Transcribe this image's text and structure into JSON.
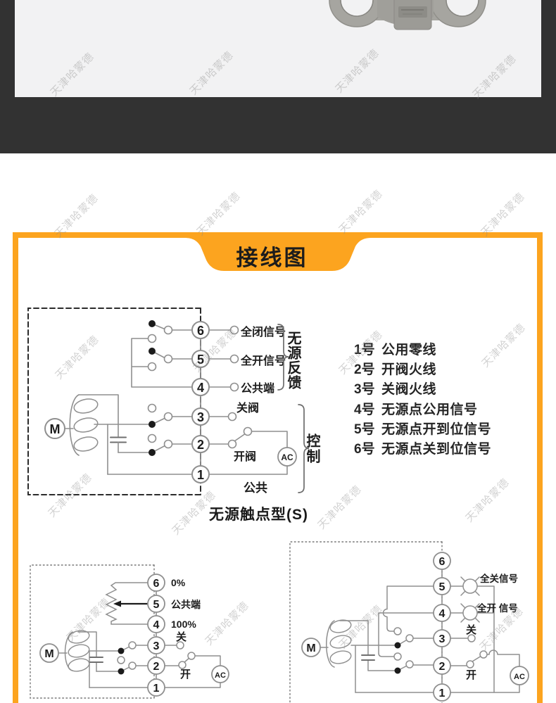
{
  "watermark": {
    "text": "天津哈蒙德"
  },
  "theme": {
    "accent_orange": "#fca41f",
    "band_dark": "#323232",
    "photo_bg": "#f2f2f3",
    "line_gray": "#8f8f8f"
  },
  "header": {
    "title": "接线图"
  },
  "main_diagram": {
    "terminals": [
      "6",
      "5",
      "4",
      "3",
      "2",
      "1"
    ],
    "labels": {
      "t6": "全闭信号",
      "t5": "全开信号",
      "t4": "公共端",
      "t3": "关阀",
      "t2": "开阀",
      "t1": "公共"
    },
    "feedback_group": "无源反馈",
    "control_group": "控制",
    "motor": "M",
    "power": "AC",
    "caption": "无源触点型(S)"
  },
  "terminal_list": {
    "items": [
      {
        "no": "1号",
        "desc": "公用零线"
      },
      {
        "no": "2号",
        "desc": "开阀火线"
      },
      {
        "no": "3号",
        "desc": "关阀火线"
      },
      {
        "no": "4号",
        "desc": "无源点公用信号"
      },
      {
        "no": "5号",
        "desc": "无源点开到位信号"
      },
      {
        "no": "6号",
        "desc": "无源点关到位信号"
      }
    ]
  },
  "pot_diagram": {
    "terminals": [
      "6",
      "5",
      "4",
      "3",
      "2",
      "1"
    ],
    "labels": {
      "t6": "0%",
      "t5": "公共端",
      "t4": "100%",
      "t3": "关",
      "t2": "开"
    },
    "motor": "M",
    "power": "AC"
  },
  "lamp_diagram": {
    "terminals": [
      "6",
      "5",
      "4",
      "3",
      "2",
      "1"
    ],
    "labels": {
      "t5": "全关信号",
      "t4": "全开 信号",
      "t3": "关",
      "t2": "开"
    },
    "motor": "M",
    "power": "AC"
  }
}
